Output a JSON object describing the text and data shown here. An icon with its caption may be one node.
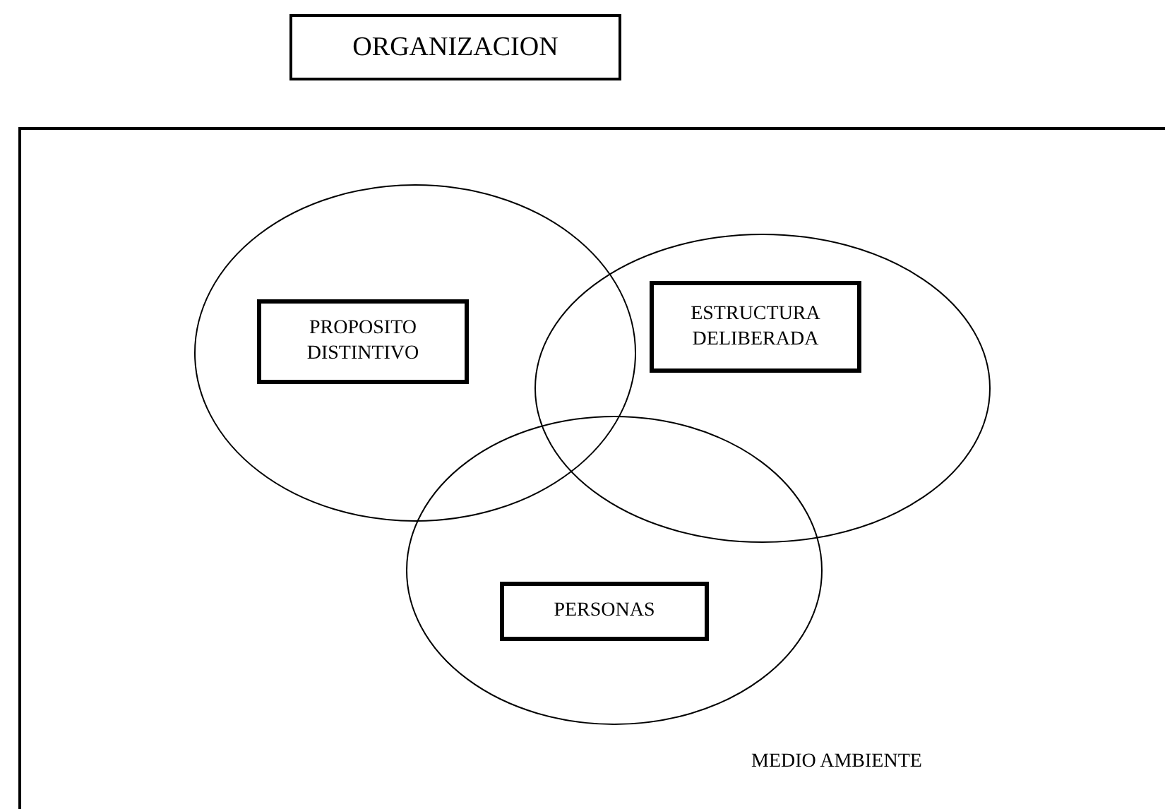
{
  "diagram": {
    "nodes": [
      {
        "text": [
          "ORGANIZACION"
        ]
      },
      {
        "text": [
          "MEDIO AMBIENTE"
        ]
      },
      {
        "text": [],
        "shape": "circle",
        "in": 1
      },
      {
        "text": [],
        "shape": "circle",
        "in": 1
      },
      {
        "text": [],
        "shape": "circle",
        "in": 1
      },
      {
        "text": [
          "PROPOSITO DISTINTIVO"
        ],
        "in": 2
      },
      {
        "text": [
          "ESTRUCTURA DELIBERADA"
        ],
        "in": 3
      },
      {
        "text": [
          "PERSONAS"
        ],
        "in": 4
      }
    ],
    "edges": []
  }
}
